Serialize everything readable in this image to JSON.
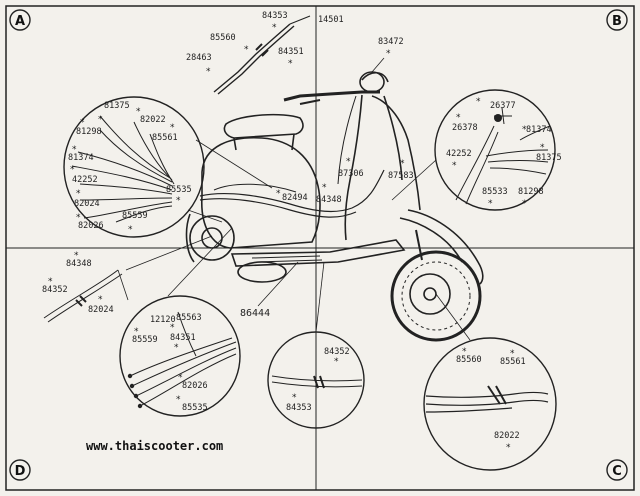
{
  "corners": {
    "a": "A",
    "b": "B",
    "c": "C",
    "d": "D"
  },
  "top_label": "14501",
  "website": "www.thaiscooter.com",
  "parts": {
    "p84353_top": "84353",
    "p85560_top": "85560",
    "p84351_top": "84351",
    "p28463": "28463",
    "p83472": "83472",
    "a_81375": "81375",
    "a_81298": "81298",
    "a_82022": "82022",
    "a_85561": "85561",
    "a_81374": "81374",
    "a_42252": "42252",
    "a_82024": "82024",
    "a_82026": "82026",
    "a_85535": "85535",
    "a_85559": "85559",
    "b_26377": "26377",
    "b_26378": "26378",
    "b_81374": "81374",
    "b_42252": "42252",
    "b_81375": "81375",
    "b_85533": "85533",
    "b_81298": "81298",
    "m_87306": "87306",
    "m_87583": "87583",
    "m_82494": "82494",
    "m_84348": "84348",
    "m_86444": "86444",
    "d_84348": "84348",
    "d_84352": "84352",
    "d_82024": "82024",
    "dc_12120": "12120",
    "dc_85563": "85563",
    "dc_85559": "85559",
    "dc_84351": "84351",
    "dc_82026": "82026",
    "dc_85535": "85535",
    "bc_84352": "84352",
    "bc_84353": "84353",
    "c_85560": "85560",
    "c_85561": "85561",
    "c_82022": "82022"
  }
}
